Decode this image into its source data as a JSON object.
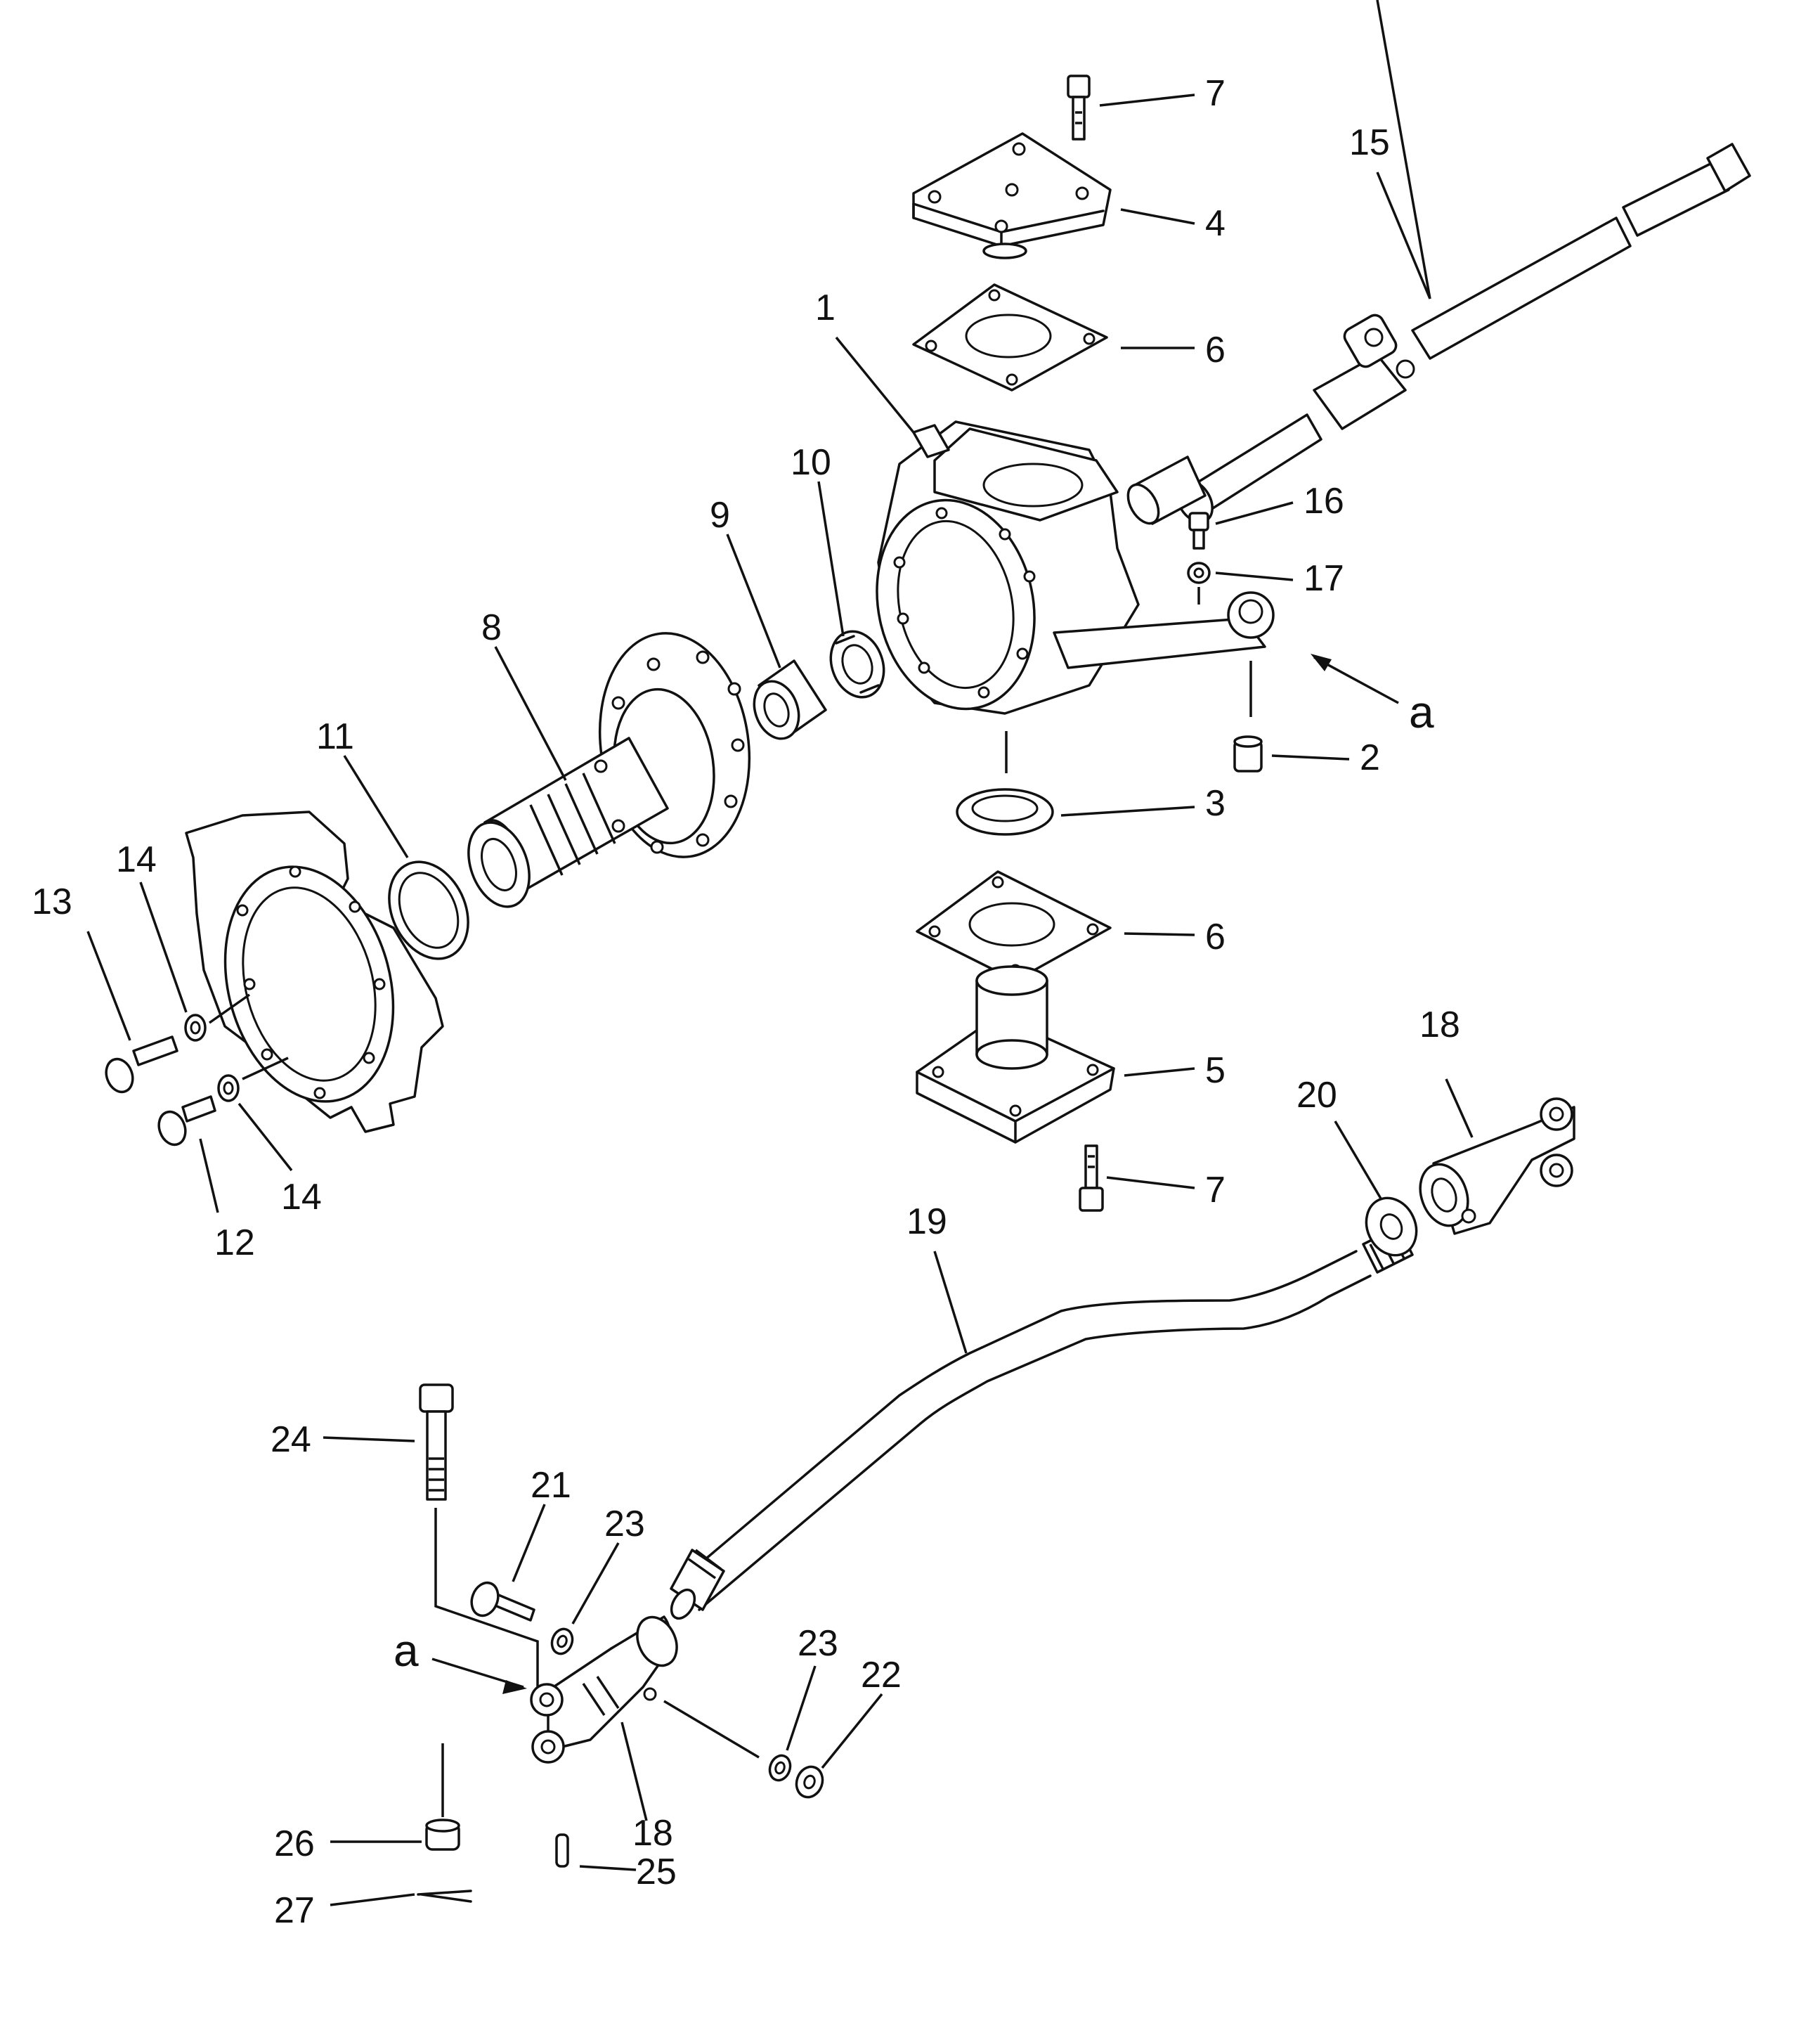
{
  "callouts": {
    "c1": "1",
    "c2": "2",
    "c3": "3",
    "c4": "4",
    "c5": "5",
    "c6a": "6",
    "c6b": "6",
    "c7a": "7",
    "c7b": "7",
    "c8": "8",
    "c9": "9",
    "c10": "10",
    "c11": "11",
    "c12": "12",
    "c13": "13",
    "c14a": "14",
    "c14b": "14",
    "c15": "15",
    "c16": "16",
    "c17": "17",
    "c18a": "18",
    "c18b": "18",
    "c19": "19",
    "c20": "20",
    "c21": "21",
    "c22": "22",
    "c23a": "23",
    "c23b": "23",
    "c24": "24",
    "c25": "25",
    "c26": "26",
    "c27": "27",
    "view_a1": "a",
    "view_a2": "a"
  }
}
